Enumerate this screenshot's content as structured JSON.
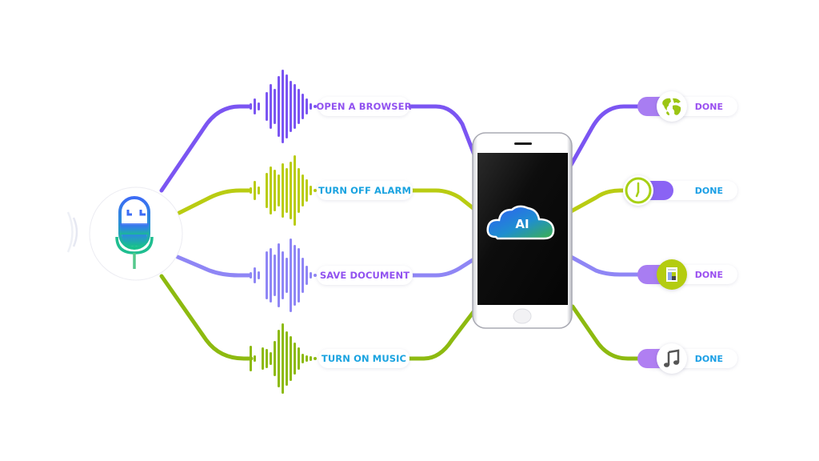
{
  "colors": {
    "purple": "#7b55f2",
    "lime": "#b9cc12",
    "lavender": "#8f86f5",
    "green": "#8dba10",
    "label_purple": "#9152f0",
    "label_blue": "#1aa3e0",
    "done_purple": "#9a4ff0",
    "done_blue": "#1b9fe5",
    "toggle_purple": "#a87df2",
    "toggle_violet": "#8a63f4"
  },
  "microphone": {
    "icon": "microphone-icon"
  },
  "commands": [
    {
      "label": "OPEN A BROWSER",
      "color_key": "purple",
      "label_color_key": "label_purple"
    },
    {
      "label": "TURN OFF ALARM",
      "color_key": "lime",
      "label_color_key": "label_blue"
    },
    {
      "label": "SAVE DOCUMENT",
      "color_key": "lavender",
      "label_color_key": "label_purple"
    },
    {
      "label": "TURN ON MUSIC",
      "color_key": "green",
      "label_color_key": "label_blue"
    }
  ],
  "phone": {
    "screen_label": "AI",
    "icon": "cloud-icon"
  },
  "results": [
    {
      "label": "DONE",
      "icon": "globe-icon",
      "label_color_key": "done_purple"
    },
    {
      "label": "DONE",
      "icon": "clock-icon",
      "label_color_key": "done_blue"
    },
    {
      "label": "DONE",
      "icon": "document-icon",
      "label_color_key": "done_purple"
    },
    {
      "label": "DONE",
      "icon": "music-note-icon",
      "label_color_key": "done_blue"
    }
  ]
}
